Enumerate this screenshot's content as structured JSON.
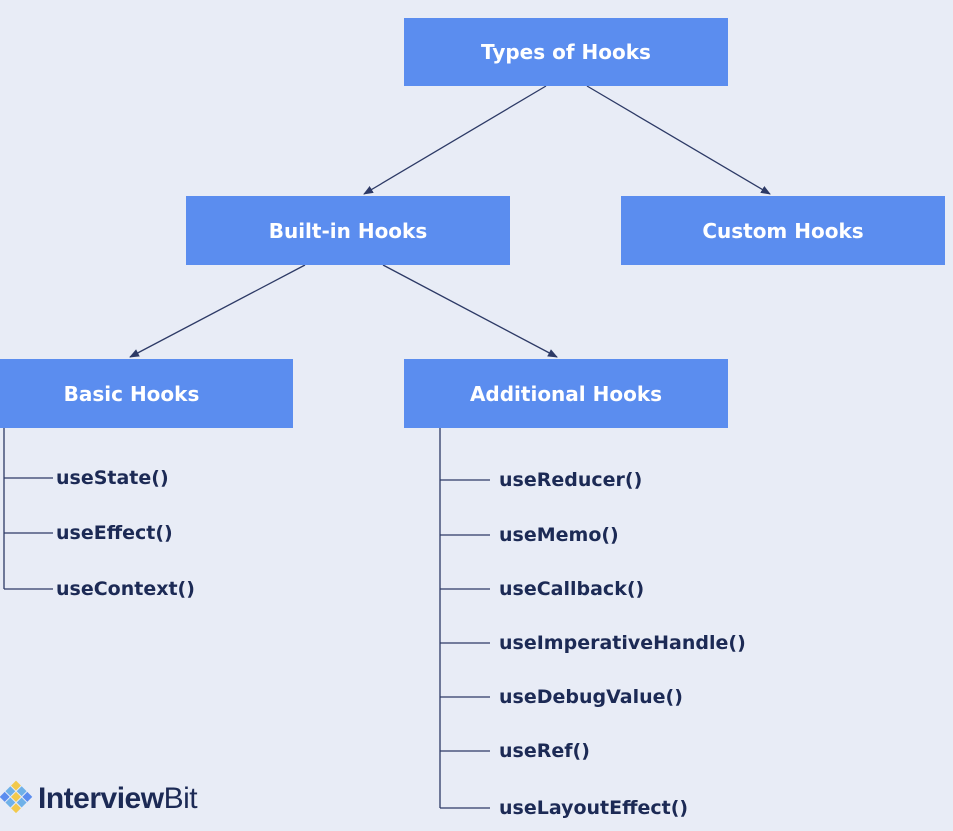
{
  "root": {
    "label": "Types of Hooks"
  },
  "level1": [
    {
      "label": "Built-in Hooks"
    },
    {
      "label": "Custom Hooks"
    }
  ],
  "level2": [
    {
      "label": "Basic Hooks"
    },
    {
      "label": "Additional Hooks"
    }
  ],
  "basic_hooks": [
    "useState()",
    "useEffect()",
    "useContext()"
  ],
  "additional_hooks": [
    "useReducer()",
    "useMemo()",
    "useCallback()",
    "useImperativeHandle()",
    "useDebugValue()",
    "useRef()",
    "useLayoutEffect()"
  ],
  "logo": {
    "bold_part": "Interview",
    "light_part": "Bit"
  },
  "colors": {
    "background": "#e8ecf6",
    "node_fill": "#5b8def",
    "node_text": "#ffffff",
    "leaf_text": "#1c2a55",
    "connector": "#2d3a66"
  }
}
